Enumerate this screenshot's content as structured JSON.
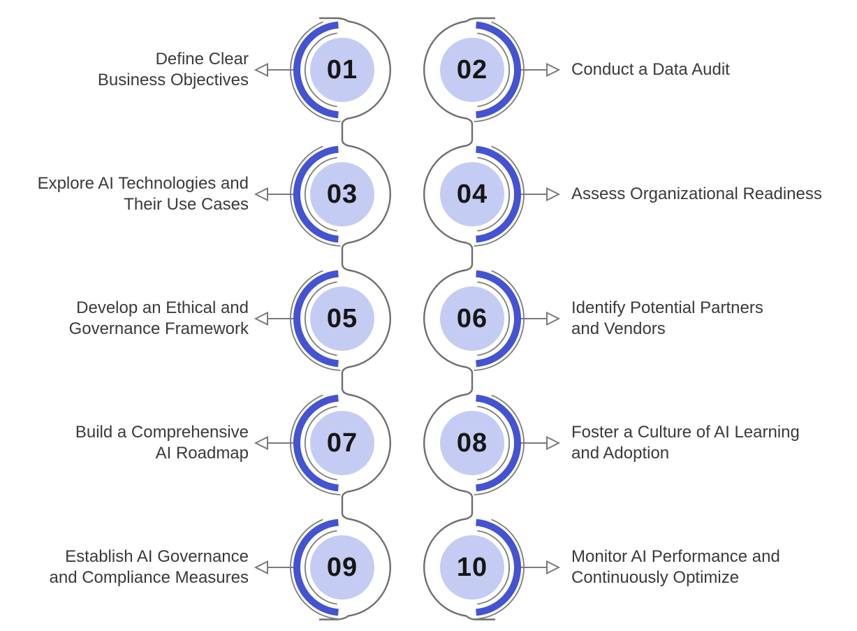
{
  "diagram": {
    "type": "process-steps",
    "topic": "AI adoption roadmap steps",
    "colors": {
      "accent_blue": "#4353d2",
      "badge_fill": "#c5ccf3",
      "ring_gray": "#6e6e6e",
      "label_text": "#3a3a3a",
      "number_text": "#161616",
      "background": "#ffffff"
    }
  },
  "steps": [
    {
      "number": "01",
      "side": "left",
      "label": "Define Clear\nBusiness Objectives"
    },
    {
      "number": "02",
      "side": "right",
      "label": "Conduct a Data Audit"
    },
    {
      "number": "03",
      "side": "left",
      "label": "Explore AI Technologies and\nTheir Use Cases"
    },
    {
      "number": "04",
      "side": "right",
      "label": "Assess Organizational Readiness"
    },
    {
      "number": "05",
      "side": "left",
      "label": "Develop an Ethical and\nGovernance Framework"
    },
    {
      "number": "06",
      "side": "right",
      "label": "Identify Potential Partners\nand Vendors"
    },
    {
      "number": "07",
      "side": "left",
      "label": "Build a Comprehensive\nAI Roadmap"
    },
    {
      "number": "08",
      "side": "right",
      "label": "Foster a Culture of AI Learning\nand Adoption"
    },
    {
      "number": "09",
      "side": "left",
      "label": "Establish AI Governance\nand Compliance Measures"
    },
    {
      "number": "10",
      "side": "right",
      "label": "Monitor AI Performance and\nContinuously Optimize"
    }
  ]
}
